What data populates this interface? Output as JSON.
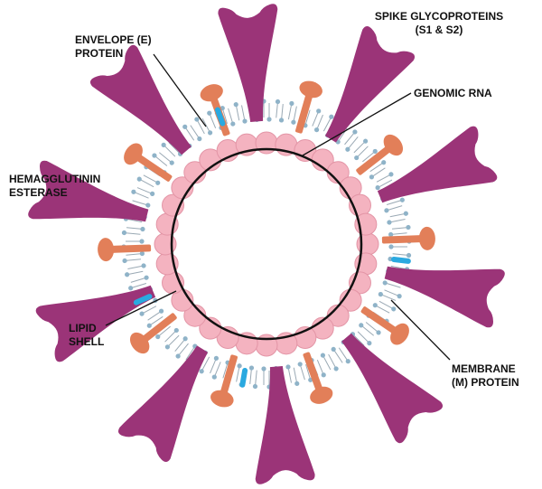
{
  "labels": {
    "spike_line1": "SPIKE GLYCOPROTEINS",
    "spike_line2": "(S1 & S2)",
    "envelope_line1": "ENVELOPE (E)",
    "envelope_line2": "PROTEIN",
    "genomic_rna": "GENOMIC RNA",
    "hemagglutinin_line1": "HEMAGGLUTININ",
    "hemagglutinin_line2": "ESTERASE",
    "lipid_line1": "LIPID",
    "lipid_line2": "SHELL",
    "membrane_line1": "MEMBRANE",
    "membrane_line2": "(M) PROTEIN"
  },
  "colors": {
    "spike": "#9b3478",
    "hemagglutinin": "#e27f59",
    "capsid_bead": "#f4b3c0",
    "capsid_bead_edge": "#e395a6",
    "lipid_head": "#8fb3c8",
    "lipid_tail": "#9aa9b4",
    "envelope_protein": "#2aa9e0",
    "rna_ring": "#111111",
    "leader_line": "#111111"
  },
  "counts": {
    "spikes": 10,
    "hemagglutinin_esterase": 10,
    "capsid_beads": 32,
    "envelope_proteins": 4
  }
}
